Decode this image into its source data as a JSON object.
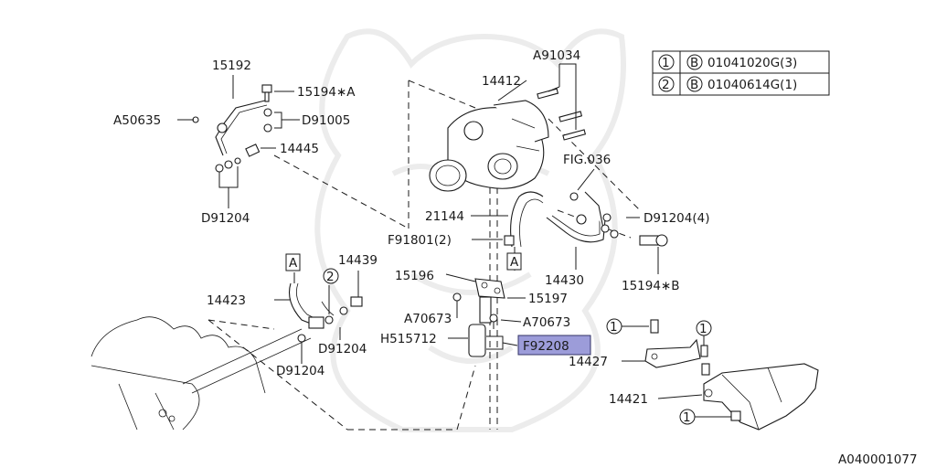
{
  "labels": {
    "p15192": "15192",
    "p15194a": "15194∗A",
    "a50635": "A50635",
    "d91005": "D91005",
    "p14445": "14445",
    "d91204_tl": "D91204",
    "p14412": "14412",
    "a91034": "A91034",
    "fig036": "FIG.036",
    "p21144": "21144",
    "d91204_4": "D91204(4)",
    "f91801": "F91801(2)",
    "p14430": "14430",
    "p15194b": "15194∗B",
    "p15196": "15196",
    "p15197": "15197",
    "p14439": "14439",
    "p14423": "14423",
    "a70673_l": "A70673",
    "a70673_r": "A70673",
    "d91204_ml": "D91204",
    "d91204_bl": "D91204",
    "h515712": "H515712",
    "f92208": "F92208",
    "p14427": "14427",
    "p14421": "14421",
    "footer": "A040001077"
  },
  "markers": {
    "a_top": "A",
    "a_mid": "A",
    "c2": "2",
    "c1_a": "1",
    "c1_b": "1",
    "c1_c": "1"
  },
  "legend": {
    "rows": [
      {
        "num": "1",
        "type": "B",
        "code": "01041020G(3)"
      },
      {
        "num": "2",
        "type": "B",
        "code": "01040614G(1)"
      }
    ]
  }
}
